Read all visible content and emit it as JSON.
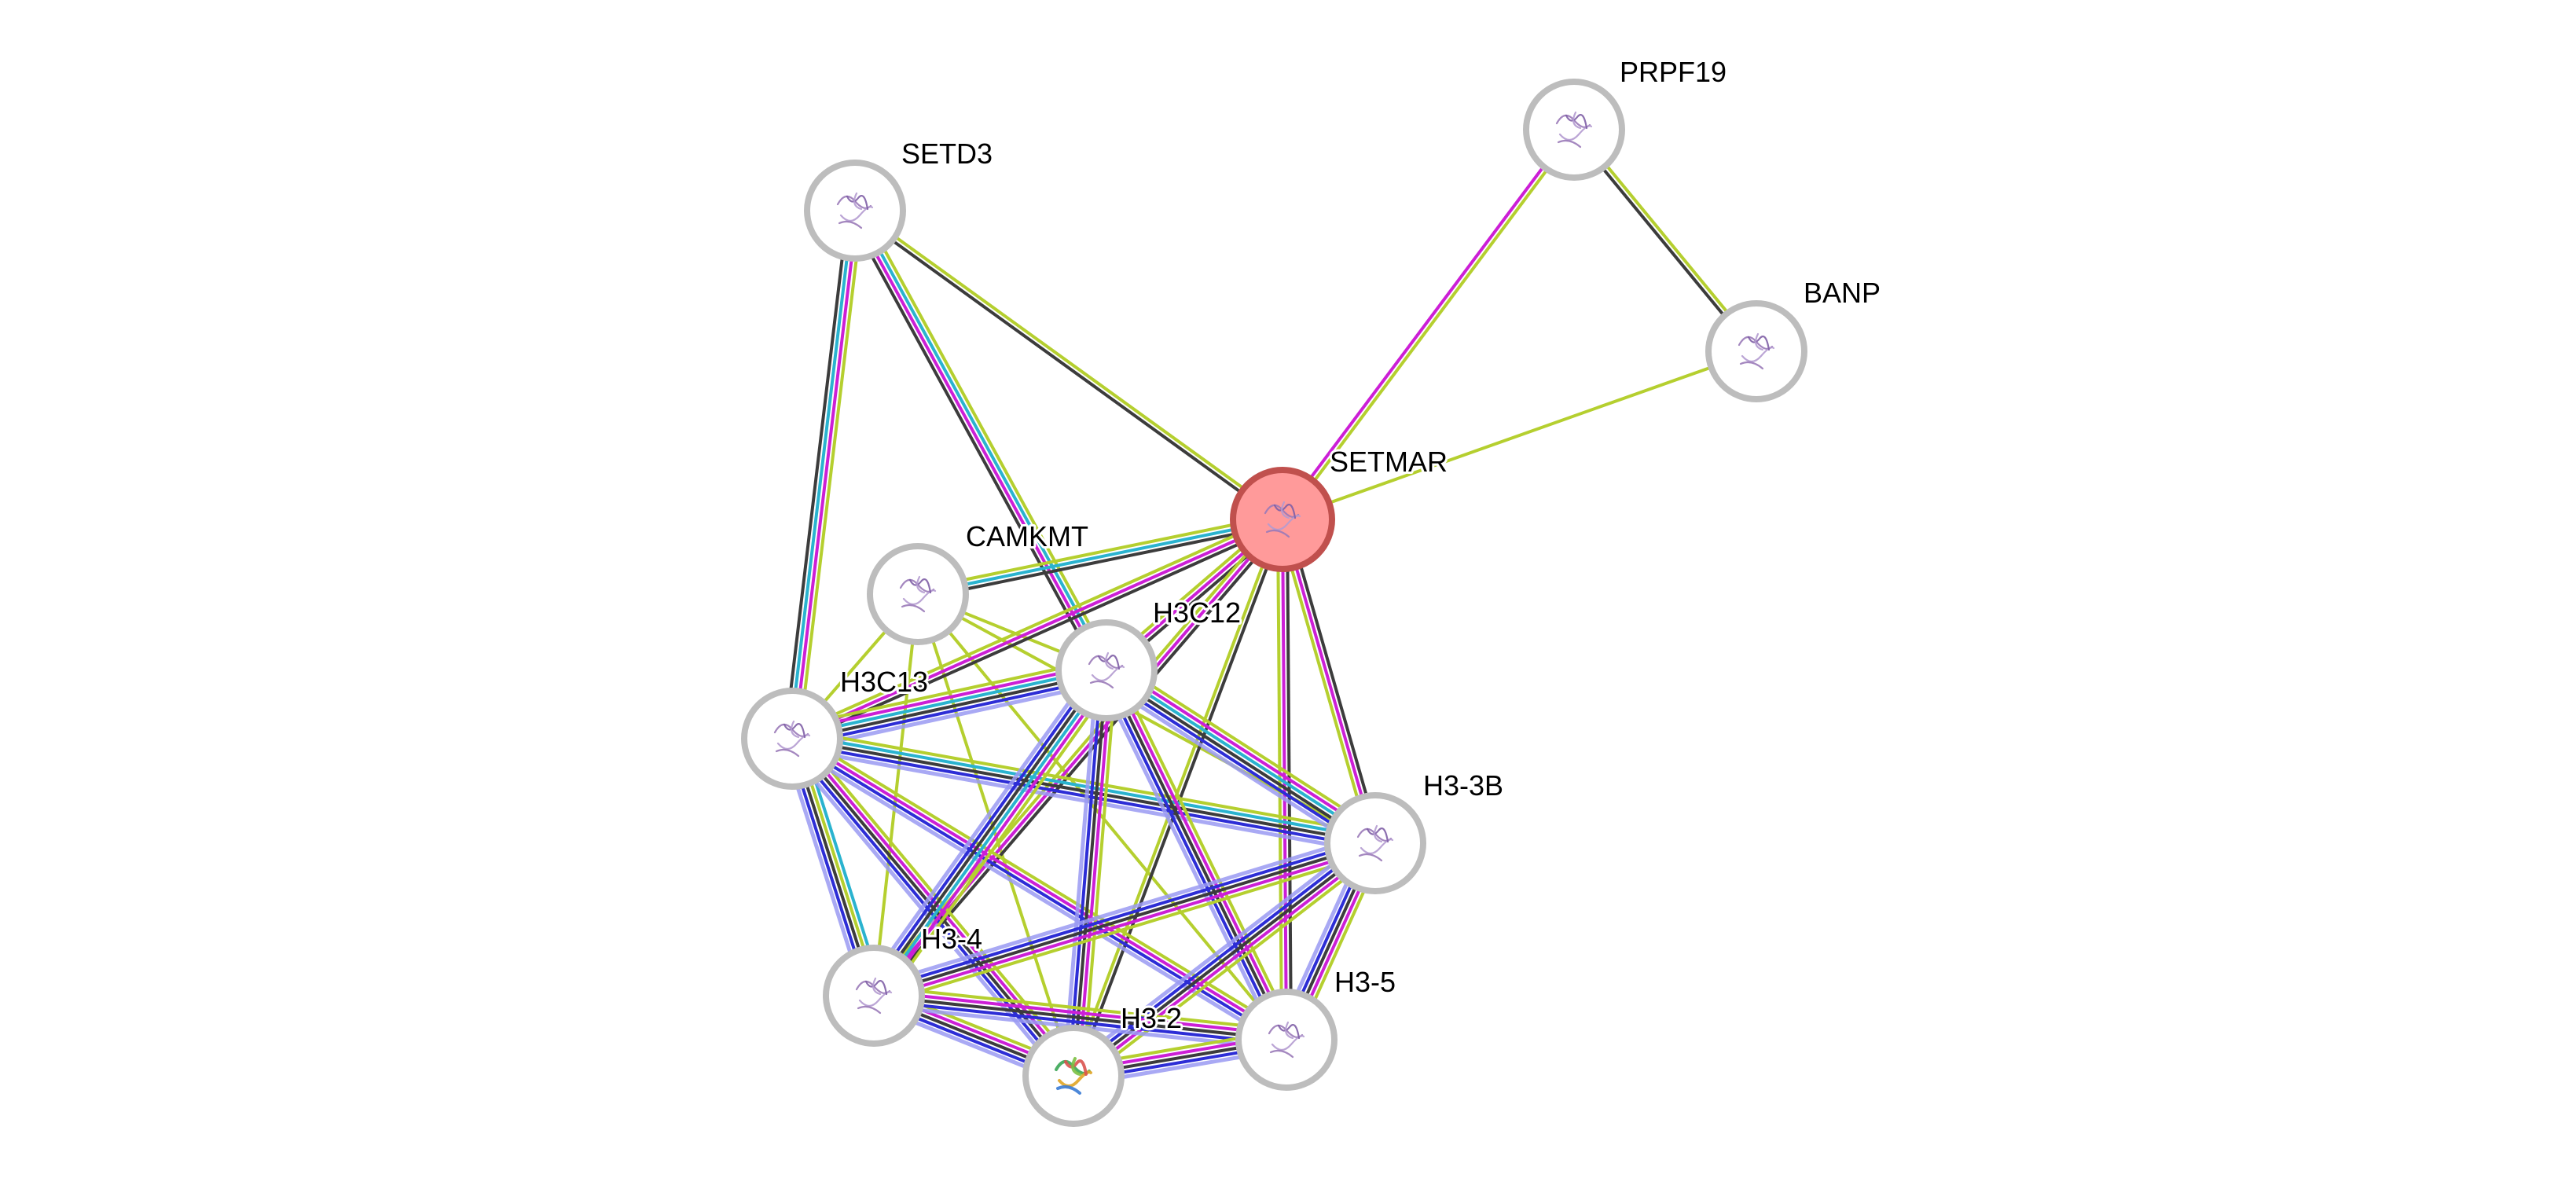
{
  "colors": {
    "background": "#ffffff",
    "node_ring": "#bdbdbd",
    "node_fill": "#ffffff",
    "query_node_fill": "#ff9a9a",
    "query_node_ring": "#c0504d",
    "structure_purple": "#9a7ab8",
    "evidence": {
      "textmining": "#b5cf2f",
      "experiments": "#cc1fd6",
      "databases": "#2ab3cf",
      "coexpression": "#3c3c3c",
      "homology": "#2d2dd6",
      "homology_light": "#9a9af2"
    }
  },
  "nodes": [
    {
      "id": "PRPF19",
      "label": "PRPF19",
      "query": false,
      "icon": "protein-structure-icon"
    },
    {
      "id": "SETD3",
      "label": "SETD3",
      "query": false,
      "icon": "protein-structure-icon"
    },
    {
      "id": "BANP",
      "label": "BANP",
      "query": false,
      "icon": "protein-structure-icon"
    },
    {
      "id": "SETMAR",
      "label": "SETMAR",
      "query": true,
      "icon": "protein-structure-icon"
    },
    {
      "id": "CAMKMT",
      "label": "CAMKMT",
      "query": false,
      "icon": "protein-structure-icon"
    },
    {
      "id": "H3C12",
      "label": "H3C12",
      "query": false,
      "icon": "protein-structure-icon"
    },
    {
      "id": "H3C13",
      "label": "H3C13",
      "query": false,
      "icon": "protein-structure-icon"
    },
    {
      "id": "H3-3B",
      "label": "H3-3B",
      "query": false,
      "icon": "protein-structure-icon"
    },
    {
      "id": "H3-4",
      "label": "H3-4",
      "query": false,
      "icon": "protein-structure-icon"
    },
    {
      "id": "H3-5",
      "label": "H3-5",
      "query": false,
      "icon": "protein-structure-icon"
    },
    {
      "id": "H3-2",
      "label": "H3-2",
      "query": false,
      "icon": "protein-structure-icon"
    }
  ],
  "edges": [
    {
      "source": "PRPF19",
      "target": "SETMAR",
      "evidence": [
        "textmining",
        "experiments"
      ]
    },
    {
      "source": "PRPF19",
      "target": "BANP",
      "evidence": [
        "textmining",
        "coexpression"
      ]
    },
    {
      "source": "BANP",
      "target": "SETMAR",
      "evidence": [
        "textmining"
      ]
    },
    {
      "source": "SETD3",
      "target": "SETMAR",
      "evidence": [
        "textmining",
        "coexpression"
      ]
    },
    {
      "source": "SETD3",
      "target": "H3C13",
      "evidence": [
        "textmining",
        "experiments",
        "databases",
        "coexpression"
      ]
    },
    {
      "source": "SETD3",
      "target": "H3C12",
      "evidence": [
        "textmining",
        "databases",
        "experiments",
        "coexpression"
      ]
    },
    {
      "source": "CAMKMT",
      "target": "SETMAR",
      "evidence": [
        "textmining",
        "databases",
        "coexpression"
      ]
    },
    {
      "source": "CAMKMT",
      "target": "H3C13",
      "evidence": [
        "textmining"
      ]
    },
    {
      "source": "CAMKMT",
      "target": "H3C12",
      "evidence": [
        "textmining"
      ]
    },
    {
      "source": "CAMKMT",
      "target": "H3-3B",
      "evidence": [
        "textmining"
      ]
    },
    {
      "source": "CAMKMT",
      "target": "H3-4",
      "evidence": [
        "textmining"
      ]
    },
    {
      "source": "CAMKMT",
      "target": "H3-2",
      "evidence": [
        "textmining"
      ]
    },
    {
      "source": "CAMKMT",
      "target": "H3-5",
      "evidence": [
        "textmining"
      ]
    },
    {
      "source": "H3C12",
      "target": "SETMAR",
      "evidence": [
        "textmining",
        "experiments",
        "coexpression"
      ]
    },
    {
      "source": "H3C13",
      "target": "SETMAR",
      "evidence": [
        "textmining",
        "experiments",
        "coexpression"
      ]
    },
    {
      "source": "H3-3B",
      "target": "SETMAR",
      "evidence": [
        "textmining",
        "experiments",
        "coexpression"
      ]
    },
    {
      "source": "H3-5",
      "target": "SETMAR",
      "evidence": [
        "textmining",
        "experiments",
        "coexpression"
      ]
    },
    {
      "source": "H3-2",
      "target": "SETMAR",
      "evidence": [
        "textmining",
        "coexpression"
      ]
    },
    {
      "source": "H3-4",
      "target": "SETMAR",
      "evidence": [
        "textmining",
        "experiments",
        "coexpression"
      ]
    },
    {
      "source": "H3C13",
      "target": "H3C12",
      "evidence": [
        "textmining",
        "experiments",
        "databases",
        "coexpression",
        "homology",
        "homology_light"
      ]
    },
    {
      "source": "H3C13",
      "target": "H3-3B",
      "evidence": [
        "textmining",
        "databases",
        "coexpression",
        "homology",
        "homology_light"
      ]
    },
    {
      "source": "H3C13",
      "target": "H3-4",
      "evidence": [
        "databases",
        "textmining",
        "coexpression",
        "homology",
        "homology_light"
      ]
    },
    {
      "source": "H3C13",
      "target": "H3-2",
      "evidence": [
        "textmining",
        "experiments",
        "coexpression",
        "homology",
        "homology_light"
      ]
    },
    {
      "source": "H3C13",
      "target": "H3-5",
      "evidence": [
        "textmining",
        "experiments",
        "homology",
        "homology_light"
      ]
    },
    {
      "source": "H3C12",
      "target": "H3-3B",
      "evidence": [
        "textmining",
        "experiments",
        "databases",
        "coexpression",
        "homology",
        "homology_light"
      ]
    },
    {
      "source": "H3C12",
      "target": "H3-4",
      "evidence": [
        "textmining",
        "experiments",
        "databases",
        "coexpression",
        "homology",
        "homology_light"
      ]
    },
    {
      "source": "H3C12",
      "target": "H3-2",
      "evidence": [
        "textmining",
        "experiments",
        "coexpression",
        "homology",
        "homology_light"
      ]
    },
    {
      "source": "H3C12",
      "target": "H3-5",
      "evidence": [
        "textmining",
        "experiments",
        "coexpression",
        "homology",
        "homology_light"
      ]
    },
    {
      "source": "H3-3B",
      "target": "H3-4",
      "evidence": [
        "textmining",
        "experiments",
        "coexpression",
        "homology",
        "homology_light"
      ]
    },
    {
      "source": "H3-3B",
      "target": "H3-2",
      "evidence": [
        "textmining",
        "experiments",
        "coexpression",
        "homology",
        "homology_light"
      ]
    },
    {
      "source": "H3-3B",
      "target": "H3-5",
      "evidence": [
        "textmining",
        "experiments",
        "coexpression",
        "homology",
        "homology_light"
      ]
    },
    {
      "source": "H3-4",
      "target": "H3-2",
      "evidence": [
        "textmining",
        "experiments",
        "coexpression",
        "homology",
        "homology_light"
      ]
    },
    {
      "source": "H3-4",
      "target": "H3-5",
      "evidence": [
        "textmining",
        "experiments",
        "coexpression",
        "homology",
        "homology_light"
      ]
    },
    {
      "source": "H3-2",
      "target": "H3-5",
      "evidence": [
        "textmining",
        "experiments",
        "coexpression",
        "homology",
        "homology_light"
      ]
    }
  ]
}
